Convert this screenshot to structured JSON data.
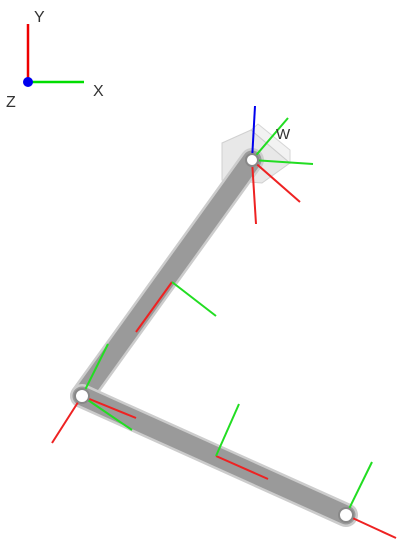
{
  "axes_gizmo": {
    "x_label": "X",
    "y_label": "Y",
    "z_label": "Z",
    "x_color": "#00dd00",
    "y_color": "#ee0000",
    "z_color": "#0000ee"
  },
  "scene": {
    "frame_label": "W",
    "link_color": "#9a9a9a",
    "link_outline_color": "#cccccc",
    "joint_fill": "#ffffff",
    "joint_stroke": "#888888",
    "base_face_color": "#e4e4e4",
    "axis_red": "#ee2222",
    "axis_green": "#22dd22",
    "axis_blue": "#0000ee"
  }
}
